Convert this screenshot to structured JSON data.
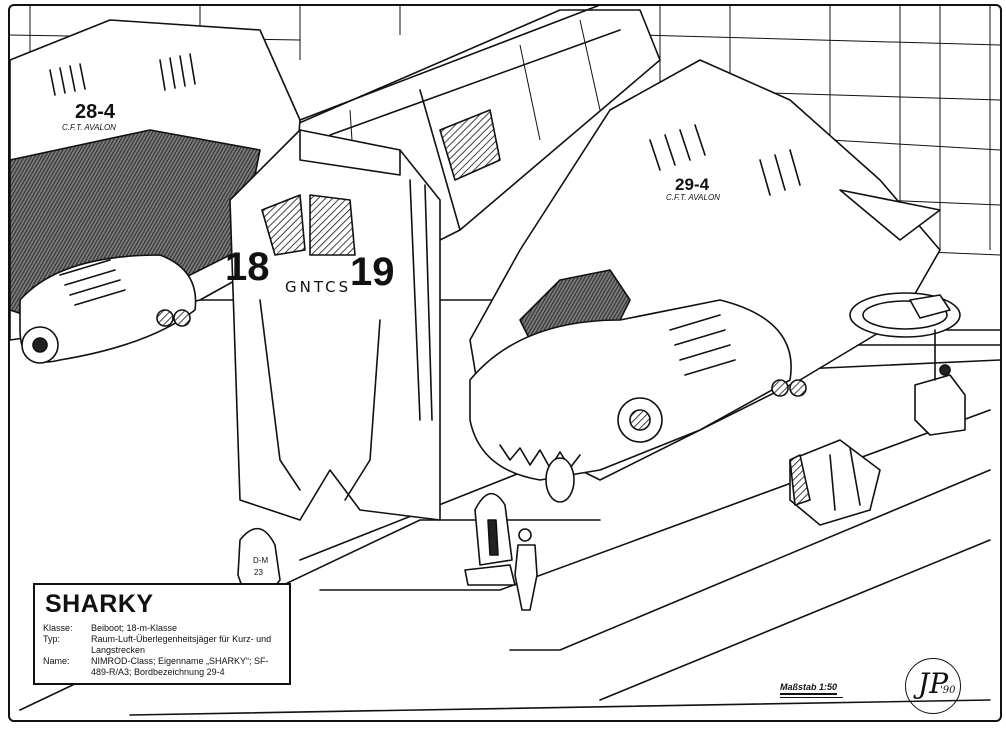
{
  "illustration": {
    "subject": "Hangar scene with two NIMROD-Class boats in docking bays",
    "colors": {
      "ink": "#111111",
      "paper": "#ffffff"
    }
  },
  "hull_markings": [
    {
      "number": "28-4",
      "name": "C.F.T. AVALON"
    },
    {
      "number": "29-4",
      "name": "C.F.T. AVALON"
    }
  ],
  "bay_gate": {
    "left_number": "18",
    "right_number": "19",
    "code": "GNTCS"
  },
  "robot_label": {
    "line1": "D-M",
    "line2": "23"
  },
  "caption": {
    "title": "SHARKY",
    "rows": [
      {
        "key": "Klasse:",
        "value": "Beiboot; 18-m-Klasse"
      },
      {
        "key": "Typ:",
        "value": "Raum-Luft-Überlegenheitsjäger für Kurz- und Langstrecken"
      },
      {
        "key": "Name:",
        "value": "NIMROD-Class; Eigenname „SHARKY“; SF-489-R/A3; Bordbezeichnung 29-4"
      }
    ]
  },
  "scale_label": "Maßstab 1:50",
  "signature": {
    "monogram": "JP",
    "year": "'90"
  }
}
